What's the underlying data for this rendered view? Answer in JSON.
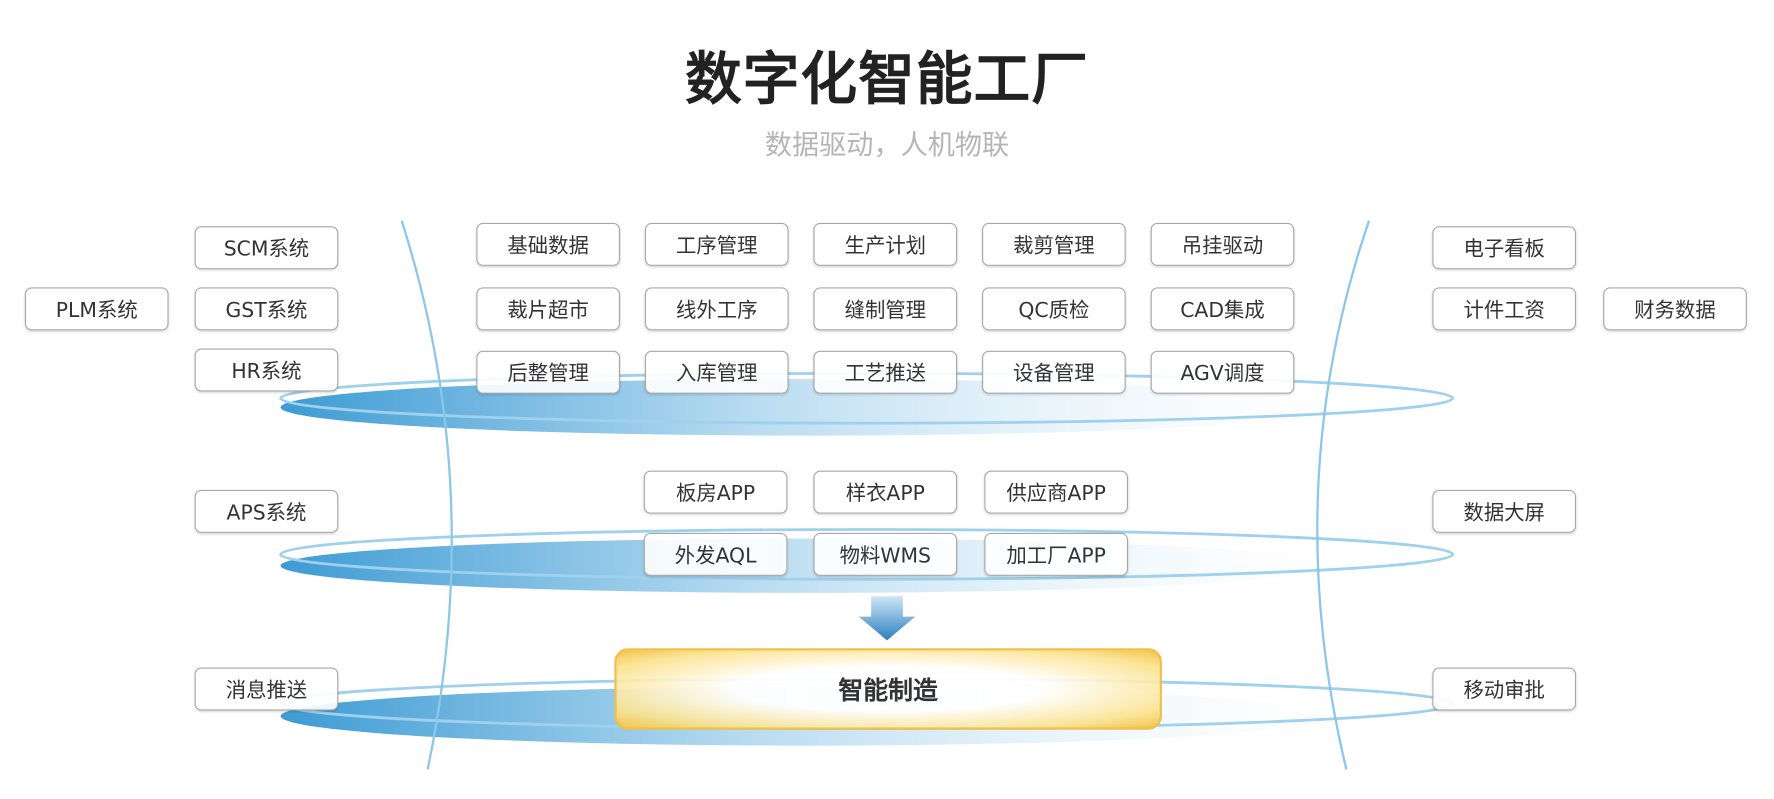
{
  "header": {
    "title": "数字化智能工厂",
    "subtitle": "数据驱动，人机物联"
  },
  "left": {
    "scm": "SCM系统",
    "plm": "PLM系统",
    "gst": "GST系统",
    "hr": "HR系统",
    "aps": "APS系统",
    "msg": "消息推送"
  },
  "layer1": [
    "基础数据",
    "工序管理",
    "生产计划",
    "裁剪管理",
    "吊挂驱动",
    "裁片超市",
    "线外工序",
    "缝制管理",
    "QC质检",
    "CAD集成",
    "后整管理",
    "入库管理",
    "工艺推送",
    "设备管理",
    "AGV调度"
  ],
  "layer2": [
    "板房APP",
    "样衣APP",
    "供应商APP",
    "外发AQL",
    "物料WMS",
    "加工厂APP"
  ],
  "core": "智能制造",
  "right": {
    "kanban": "电子看板",
    "wage": "计件工资",
    "finance": "财务数据",
    "screen": "数据大屏",
    "approve": "移动审批"
  },
  "colors": {
    "ring": "#3d9bd4",
    "gold": "#f1c44a",
    "arrow": "#2a7fc0"
  }
}
